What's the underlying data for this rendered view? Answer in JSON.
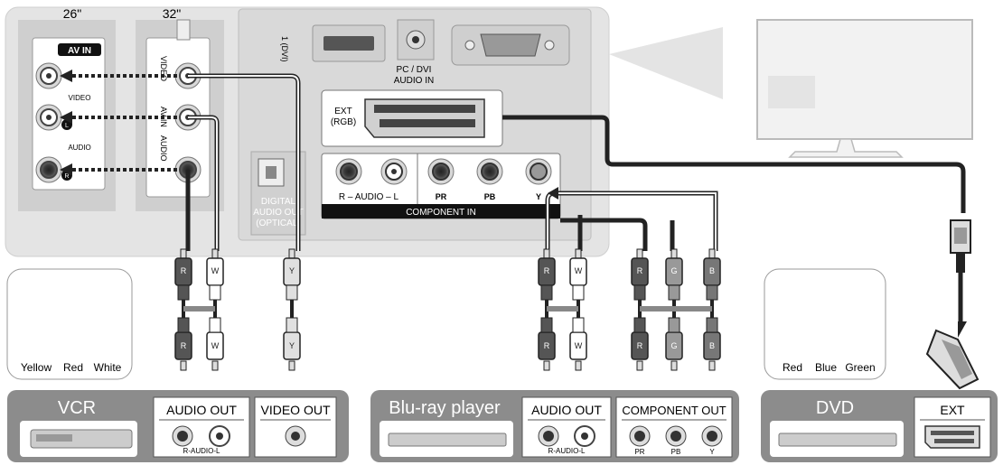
{
  "tv_panel": {
    "size_left": "26\"",
    "size_right": "32\"",
    "av_in_badge": "AV IN",
    "av_video": "VIDEO",
    "av_audio": "AUDIO",
    "av_l": "L",
    "av_r": "R",
    "col32_video": "VIDEO",
    "col32_av_in": "AV IN",
    "col32_audio": "AUDIO",
    "hdmi_label": "1 (DVI)",
    "pc_dvi_line1": "PC / DVI",
    "pc_dvi_line2": "AUDIO IN",
    "ext_line1": "EXT",
    "ext_line2": "(RGB)",
    "digital_line1": "DIGITAL",
    "digital_line2": "AUDIO OUT",
    "digital_line3": "(OPTICAL)",
    "comp_audio_label": "R – AUDIO – L",
    "comp_pr": "PR",
    "comp_pb": "PB",
    "comp_y": "Y",
    "component_in": "COMPONENT IN"
  },
  "cable_labels": {
    "vcr_r": "R",
    "vcr_w": "W",
    "vcr_y": "Y",
    "bd_r": "R",
    "bd_w": "W",
    "comp_r": "R",
    "comp_g": "G",
    "comp_b": "B"
  },
  "legend_left": {
    "plug_y": "Y",
    "plug_r": "R",
    "plug_w": "W",
    "yellow": "Yellow",
    "red": "Red",
    "white": "White"
  },
  "legend_right": {
    "plug_r": "R",
    "plug_b": "B",
    "plug_g": "G",
    "red": "Red",
    "blue": "Blue",
    "green": "Green"
  },
  "devices": {
    "vcr": {
      "title": "VCR",
      "audio_out": "AUDIO OUT",
      "audio_sub": "R-AUDIO-L",
      "video_out": "VIDEO OUT"
    },
    "bluray": {
      "title": "Blu-ray player",
      "audio_out": "AUDIO OUT",
      "audio_sub": "R-AUDIO-L",
      "component_out": "COMPONENT OUT",
      "pr": "PR",
      "pb": "PB",
      "y": "Y"
    },
    "dvd": {
      "title": "DVD",
      "ext": "EXT"
    }
  },
  "colors": {
    "panel": "#e4e4e4",
    "device_bar": "#8c8c8c",
    "cable": "#222222"
  }
}
